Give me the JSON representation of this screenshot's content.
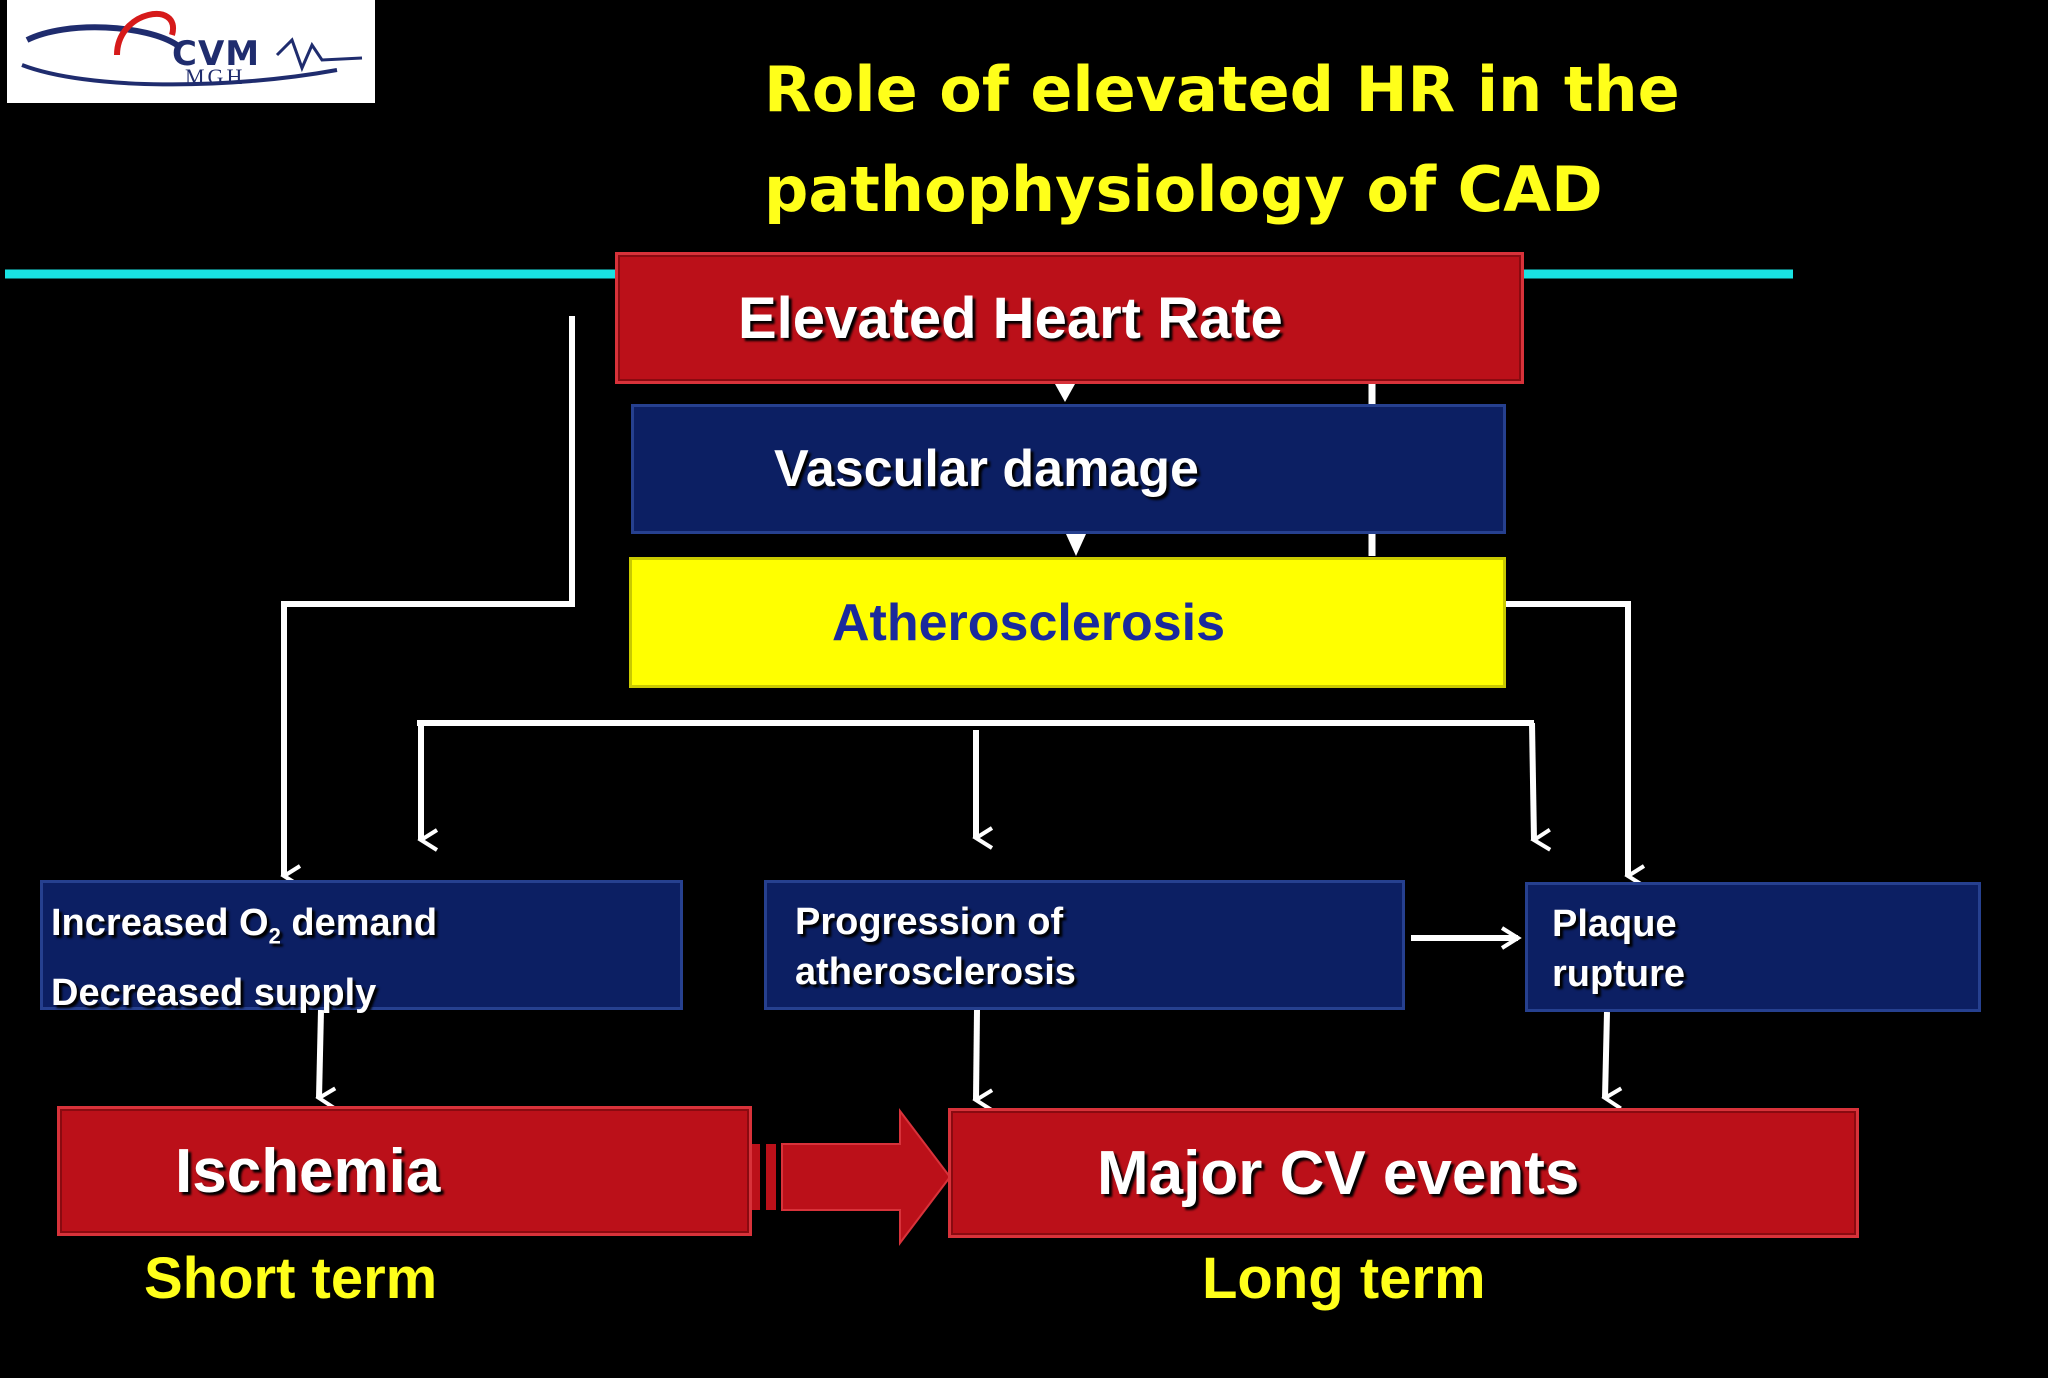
{
  "logo": {
    "text": "CVM",
    "subtext": "MGH"
  },
  "title": {
    "line1": "Role of elevated HR in the",
    "line2": "pathophysiology of CAD"
  },
  "nodes": {
    "elevated_hr": "Elevated Heart Rate",
    "vascular_damage": "Vascular damage",
    "atherosclerosis": "Atherosclerosis",
    "o2_line1_pre": "Increased O",
    "o2_sub": "2",
    "o2_line1_post": " demand",
    "o2_line2": "Decreased supply",
    "progression_line1": "Progression of",
    "progression_line2": "atherosclerosis",
    "plaque_line1": "Plaque",
    "plaque_line2": "rupture",
    "ischemia": "Ischemia",
    "major_cv": "Major CV events"
  },
  "labels": {
    "short_term": "Short term",
    "long_term": "Long term"
  },
  "colors": {
    "title": "#ffff1a",
    "red": "#bb1019",
    "blue": "#0c1f63",
    "yellow": "#ffff00",
    "rule": "#19e3e3",
    "atherosclerosis_text": "#1a2a9c"
  }
}
